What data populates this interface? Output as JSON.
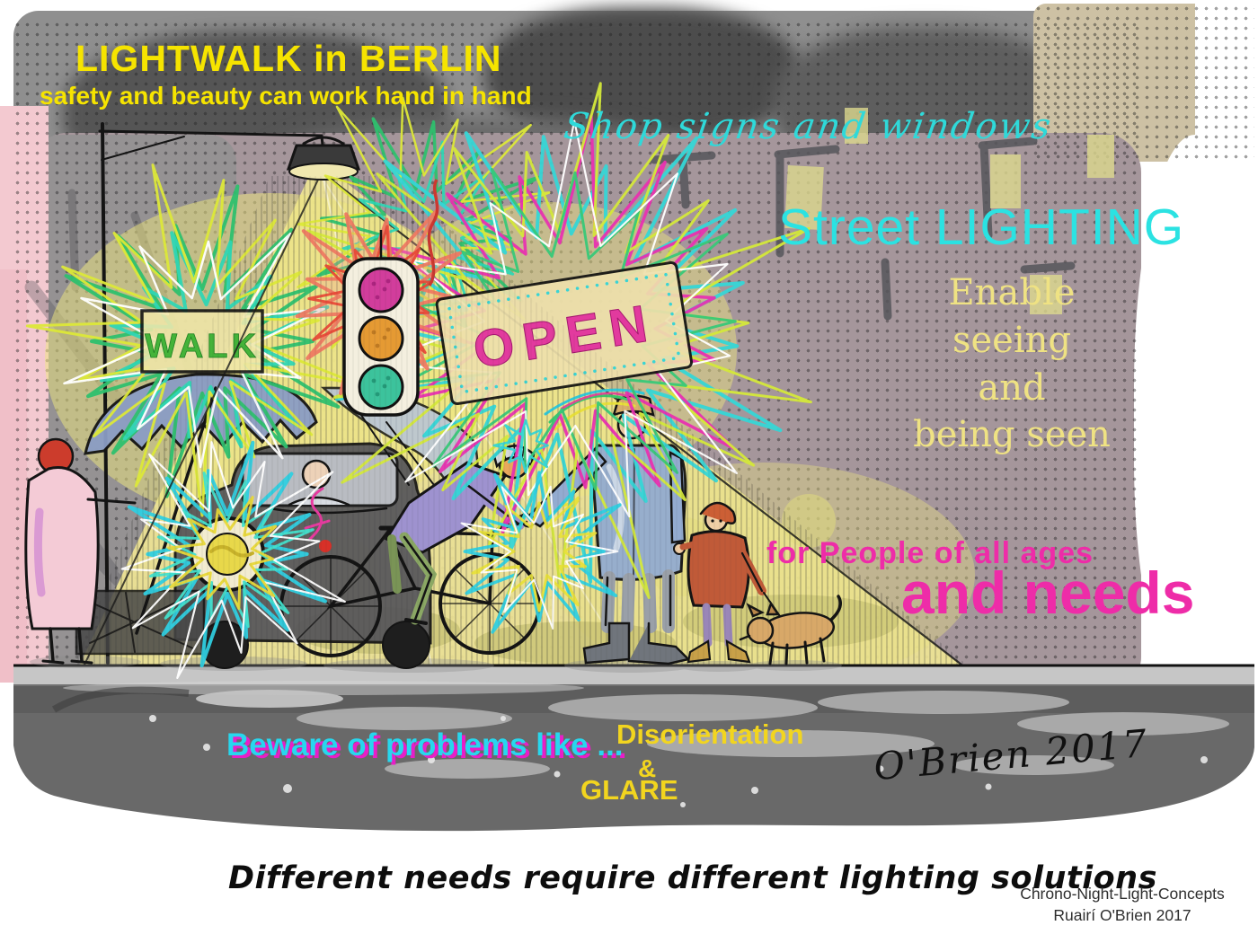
{
  "artwork": {
    "title": "LIGHTWALK in BERLIN",
    "subtitle": "safety and beauty can work hand in hand"
  },
  "annotations": {
    "shop_signs": "Shop signs and windows",
    "street_lighting": "Street LIGHTING",
    "enable": [
      "Enable",
      "seeing",
      "and",
      "being seen"
    ],
    "for_people": "for People of all ages",
    "and_needs": "and needs",
    "beware": "Beware of problems like ...",
    "problems": [
      "Disorientation",
      "&",
      "GLARE"
    ]
  },
  "scene": {
    "walk_sign": "WALK",
    "open_sign": "OPEN"
  },
  "signature": "O'Brien 2017",
  "footer": {
    "caption": "Different needs require different lighting solutions",
    "credits": [
      "Chrono-Night-Light-Concepts",
      "Ruairí O'Brien 2017"
    ]
  },
  "colors": {
    "title_yellow": "#f6e400",
    "cyan": "#2fd9d9",
    "street_cyan": "#2be2e2",
    "magenta": "#ee2ca8",
    "pale_yellow": "#efe283",
    "warning_yellow": "#f2d51f",
    "beware_cyan": "#27d7ee",
    "beware_shadow": "#e81ec8",
    "walk_green": "#44b339",
    "open_magenta": "#e23a9e",
    "light_cone": "#f1e795",
    "road_gray": "#696969"
  }
}
